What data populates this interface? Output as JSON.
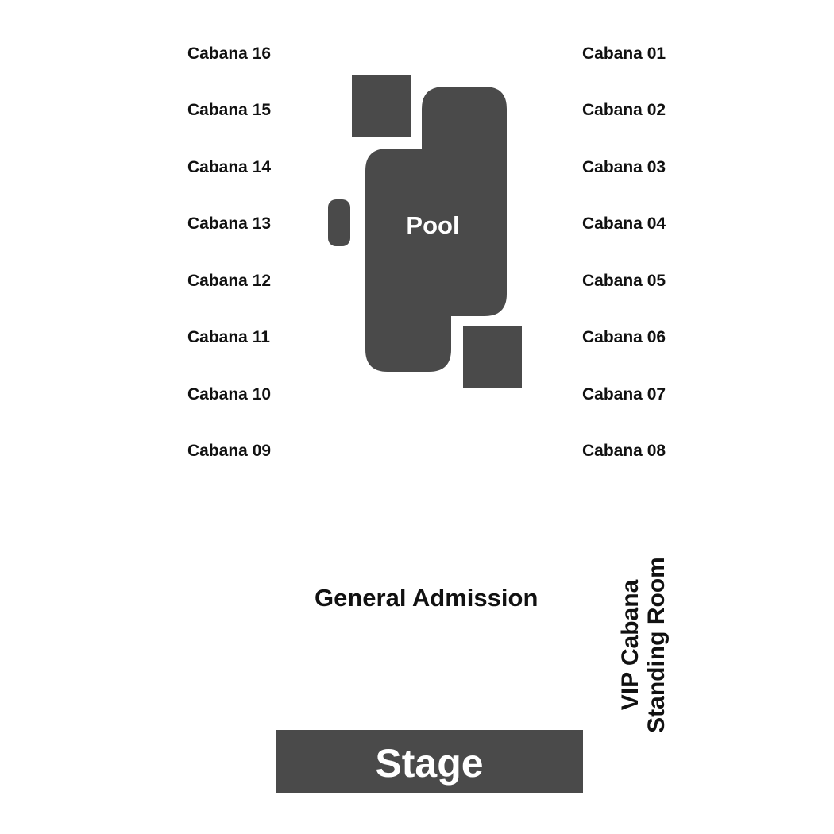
{
  "map": {
    "fill_color": "#4a4a4a",
    "pool_label": "Pool",
    "general_admission_label": "General Admission",
    "vip_label_line1": "VIP Cabana",
    "vip_label_line2": "Standing Room",
    "stage_label": "Stage",
    "cabanas_left": [
      "Cabana 16",
      "Cabana 15",
      "Cabana 14",
      "Cabana 13",
      "Cabana 12",
      "Cabana 11",
      "Cabana 10",
      "Cabana 09"
    ],
    "cabanas_right": [
      "Cabana 01",
      "Cabana 02",
      "Cabana 03",
      "Cabana 04",
      "Cabana 05",
      "Cabana 06",
      "Cabana 07",
      "Cabana 08"
    ]
  }
}
